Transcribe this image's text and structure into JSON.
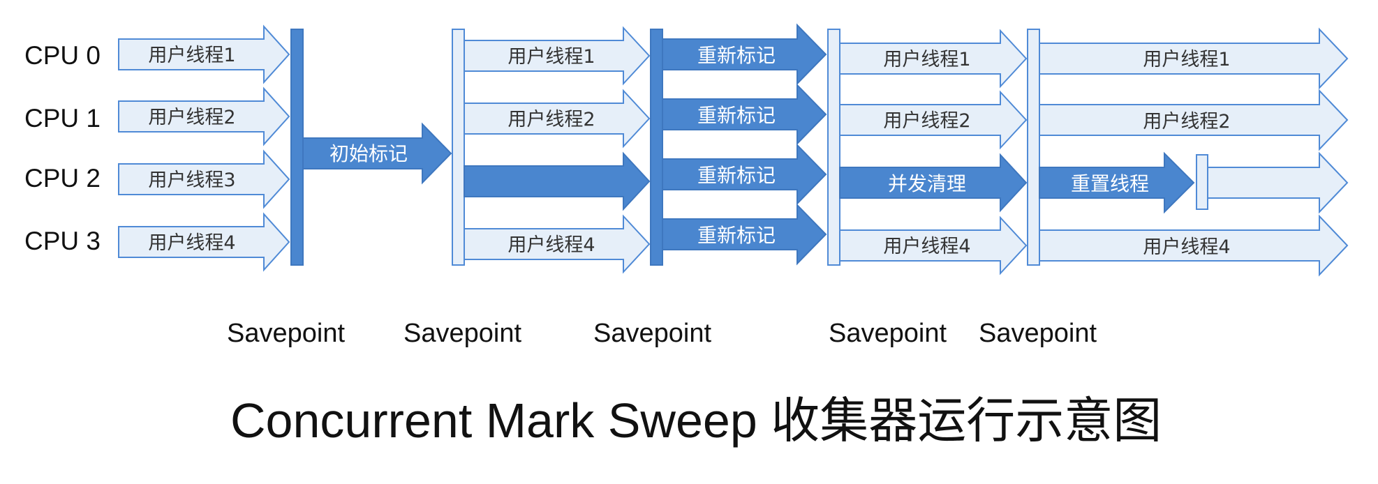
{
  "cpu_labels": [
    "CPU 0",
    "CPU 1",
    "CPU 2",
    "CPU 3"
  ],
  "thread_labels": [
    "用户线程1",
    "用户线程2",
    "用户线程3",
    "用户线程4"
  ],
  "phases": {
    "initial_mark": "初始标记",
    "remark": "重新标记",
    "concurrent_sweep": "并发清理",
    "reset_threads": "重置线程"
  },
  "savepoint_label": "Savepoint",
  "savepoints": [
    "Savepoint",
    "Savepoint",
    "Savepoint",
    "Savepoint",
    "Savepoint"
  ],
  "caption": "Concurrent Mark Sweep 收集器运行示意图",
  "colors": {
    "light_fill": "#e6eff9",
    "outline_blue": "#4f8ad6",
    "dark_fill": "#4a86cf",
    "text_dark": "#333333",
    "text_light": "#ffffff"
  }
}
